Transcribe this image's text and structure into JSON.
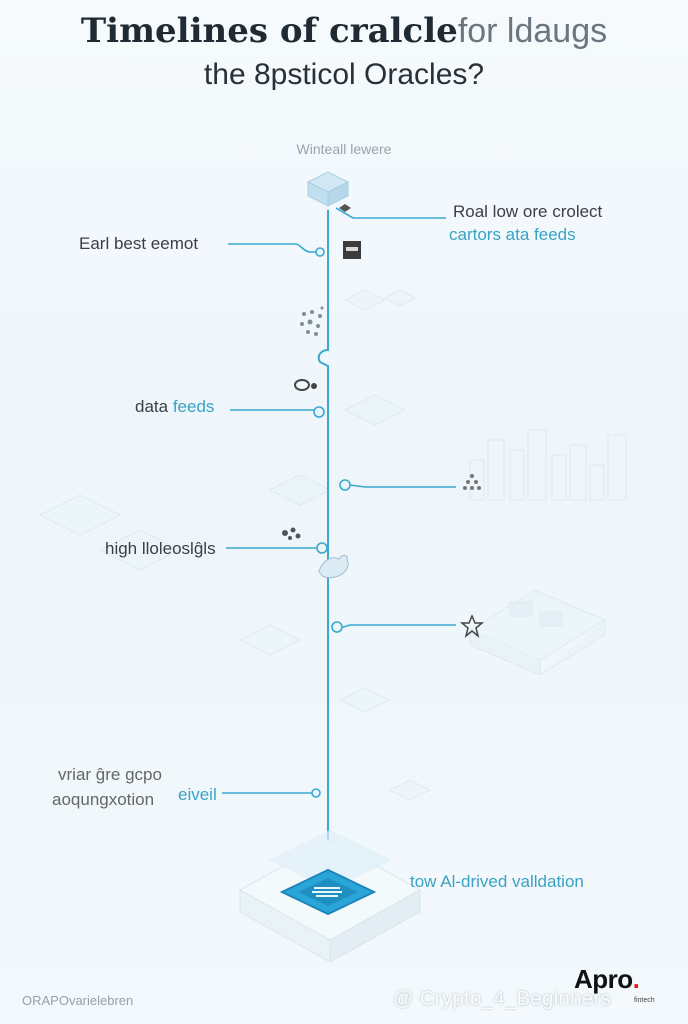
{
  "header": {
    "title_main": "Timelines of cralcle",
    "title_faded": "for ldaugs",
    "subtitle": "the 8psticol Oracles?",
    "top_caption": "Winteall lewere"
  },
  "timeline": {
    "right_label_1": "Roal low ore crolect",
    "right_label_2": "cartors ata feeds",
    "left_label_1": "Earl best  eemot",
    "left_label_2_dark": "data",
    "left_label_2_blue": "feeds",
    "left_label_3": "high lloleoslĝls",
    "left_label_4a": "vriar ĝre gcpo",
    "left_label_4b": "aoqungxotion",
    "left_label_4c": "eiveil",
    "right_label_3": "tow Al-drived valldation"
  },
  "footer": {
    "left_text": "ORAPOvarielebren",
    "watermark": "@ Crypto_4_Beginners",
    "brand_name": "Apro",
    "brand_dot": ".",
    "brand_sub": "fintech"
  },
  "colors": {
    "line": "#3aa9cf",
    "accent": "#2aa5d8",
    "text_dark": "#3b3f45",
    "text_blue": "#3aa2c4"
  }
}
